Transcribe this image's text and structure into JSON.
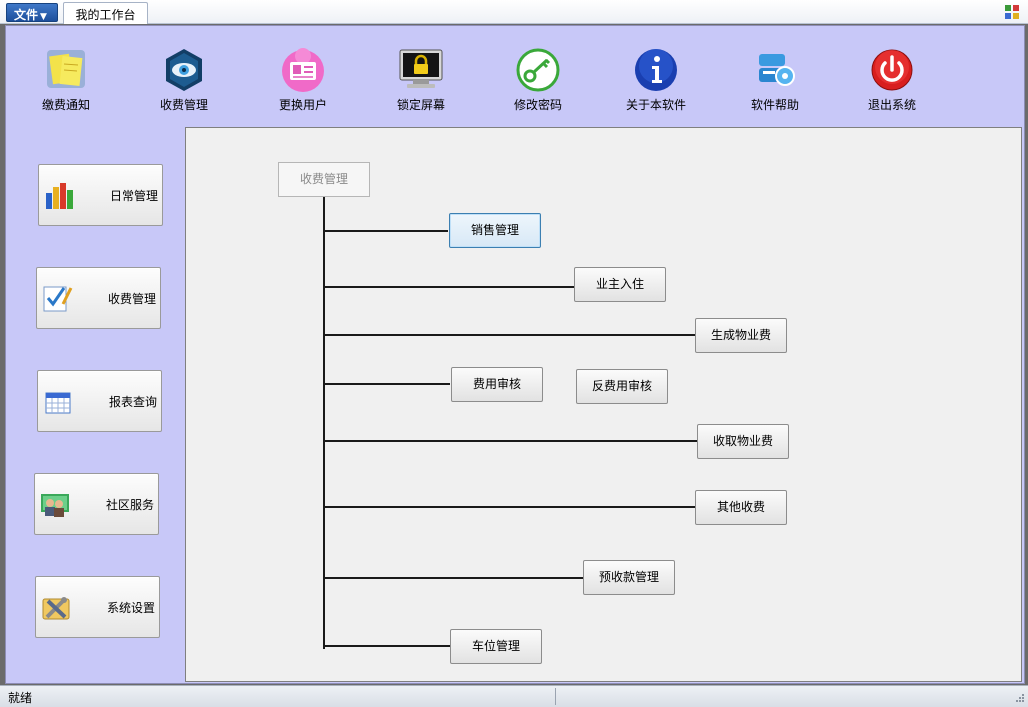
{
  "menu": {
    "file_label": "文件"
  },
  "tabs": [
    {
      "label": "我的工作台"
    }
  ],
  "toolbar": {
    "items": [
      {
        "label": "缴费通知",
        "icon": "notes-icon"
      },
      {
        "label": "收费管理",
        "icon": "eye-icon"
      },
      {
        "label": "更换用户",
        "icon": "user-card-icon"
      },
      {
        "label": "锁定屏幕",
        "icon": "lock-screen-icon"
      },
      {
        "label": "修改密码",
        "icon": "key-icon"
      },
      {
        "label": "关于本软件",
        "icon": "info-icon"
      },
      {
        "label": "软件帮助",
        "icon": "help-icon"
      },
      {
        "label": "退出系统",
        "icon": "power-icon"
      }
    ]
  },
  "sidebar": {
    "items": [
      {
        "label": "日常管理",
        "icon": "bar-chart-icon"
      },
      {
        "label": "收费管理",
        "icon": "checklist-icon"
      },
      {
        "label": "报表查询",
        "icon": "calendar-icon"
      },
      {
        "label": "社区服务",
        "icon": "people-icon"
      },
      {
        "label": "系统设置",
        "icon": "tools-icon"
      }
    ]
  },
  "flow": {
    "root": "收费管理",
    "nodes": [
      "销售管理",
      "业主入住",
      "生成物业费",
      "费用审核",
      "反费用审核",
      "收取物业费",
      "其他收费",
      "预收款管理",
      "车位管理"
    ]
  },
  "status": {
    "text": "就绪"
  },
  "colors": {
    "frame_bg": "#c8c8f8",
    "panel_bg": "#f0f0f0",
    "focus_border": "#3c7fb1"
  }
}
